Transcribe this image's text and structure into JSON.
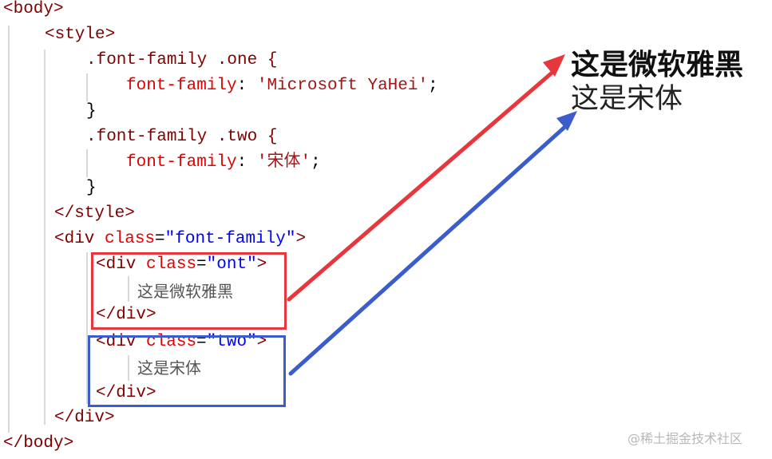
{
  "code": {
    "lines": {
      "body_open": "<body>",
      "style_open": "<style>",
      "sel_one": ".font-family .one {",
      "prop_one_name": "font-family",
      "prop_one_value": "'Microsoft YaHei'",
      "close_brace": "}",
      "sel_two": ".font-family .two {",
      "prop_two_name": "font-family",
      "prop_two_value": "'宋体'",
      "style_close": "</style>",
      "div_tag": "<div",
      "class_attr": "class",
      "outer_class": "\"font-family\"",
      "inner_one_class": "\"ont\"",
      "inner_one_text": "这是微软雅黑",
      "inner_two_class": "\"two\"",
      "inner_two_text": "这是宋体",
      "div_close": "</div>",
      "body_close": "</body>"
    }
  },
  "rendered": {
    "yahei_text": "这是微软雅黑",
    "songti_text": "这是宋体"
  },
  "annotations": {
    "red_color": "#e8363d",
    "blue_color": "#3a5ccc"
  },
  "watermark": "@稀土掘金技术社区"
}
